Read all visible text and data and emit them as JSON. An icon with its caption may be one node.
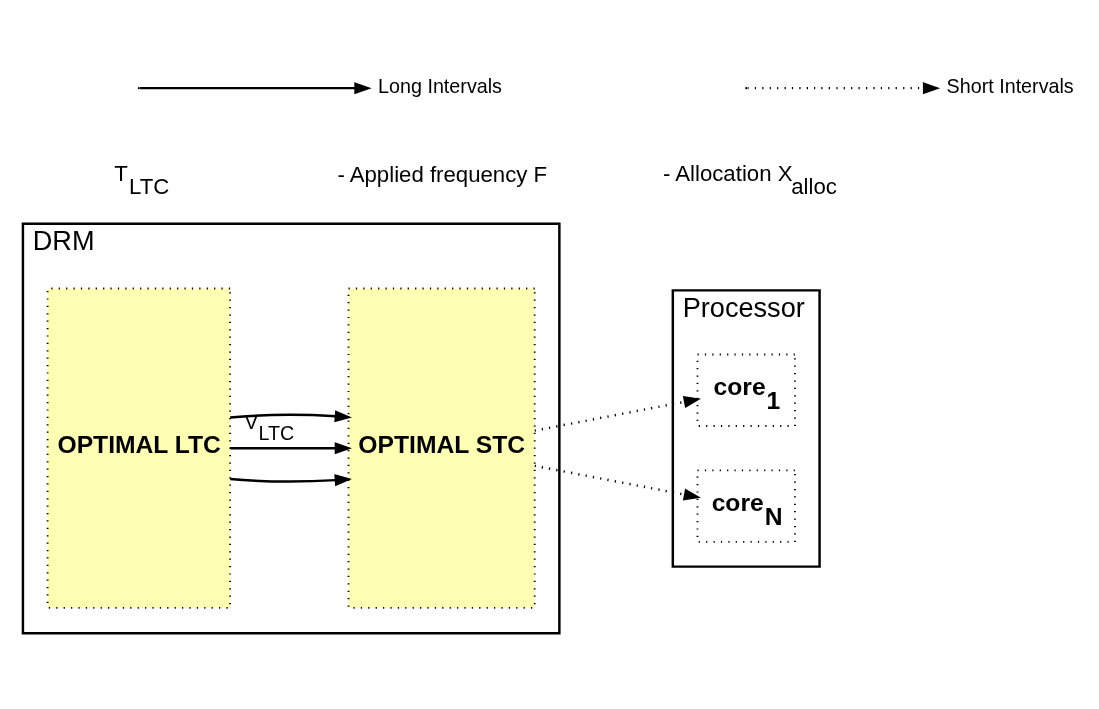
{
  "diagram": {
    "nodes": [
      {
        "text": [
          "DRM"
        ]
      },
      {
        "text": [
          "OPTIMAL LTC"
        ],
        "in": 0
      },
      {
        "text": [
          "OPTIMAL STC"
        ],
        "in": 0
      },
      {
        "text": [
          "Processor"
        ]
      },
      {
        "text": [
          "core$_{1}$"
        ],
        "in": 3
      },
      {
        "text": [
          "core$_{N}$"
        ],
        "in": 3
      }
    ],
    "edges": [
      {
        "from": 1,
        "to": 2,
        "arrow": "to"
      },
      {
        "from": 1,
        "to": 2,
        "arrow": "to"
      },
      {
        "from": 1,
        "to": 2,
        "arrow": "to",
        "label": "V$_{LTC}$"
      },
      {
        "from": 2,
        "to": 4,
        "arrow": "to",
        "style": "dashed"
      },
      {
        "from": 2,
        "to": 5,
        "arrow": "to",
        "style": "dashed"
      }
    ],
    "labels": [
      "T$_{LTC}$",
      "- Applied frequency F",
      "- Allocation X$_{alloc}$"
    ],
    "legend": [
      {
        "text": "Long Intervals"
      },
      {
        "text": "Short Intervals"
      }
    ]
  }
}
